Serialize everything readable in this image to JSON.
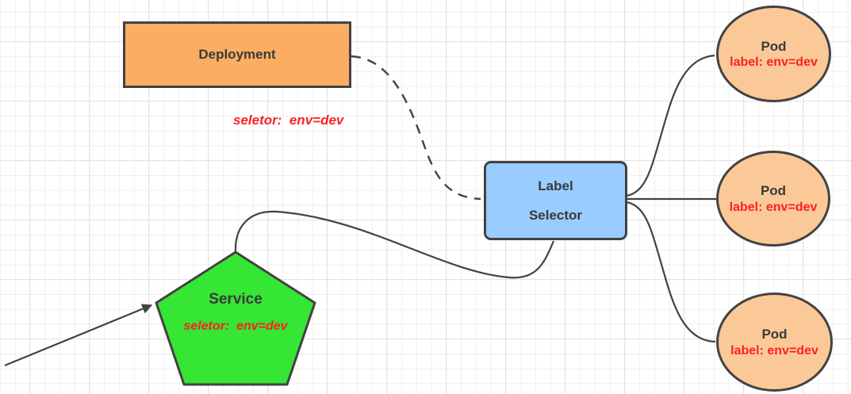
{
  "diagram": {
    "kind": "kubernetes-label-selector-diagram",
    "nodes": {
      "deployment": {
        "label": "Deployment",
        "shape": "rectangle"
      },
      "label_selector": {
        "line1": "Label",
        "line2": "Selector",
        "shape": "rounded-rectangle"
      },
      "service": {
        "label": "Service",
        "selector_note": "seletor:  env=dev",
        "shape": "pentagon"
      },
      "pods": [
        {
          "label": "Pod",
          "sublabel": "label: env=dev",
          "shape": "ellipse"
        },
        {
          "label": "Pod",
          "sublabel": "label: env=dev",
          "shape": "ellipse"
        },
        {
          "label": "Pod",
          "sublabel": "label: env=dev",
          "shape": "ellipse"
        }
      ]
    },
    "notes": {
      "deployment_selector_note": "seletor:  env=dev"
    },
    "edges": [
      {
        "from": "deployment",
        "to": "label_selector",
        "style": "dashed-curve"
      },
      {
        "from": "service",
        "to": "label_selector",
        "style": "solid-curve"
      },
      {
        "from": "outside",
        "to": "service",
        "style": "solid-arrow"
      },
      {
        "from": "label_selector",
        "to": "pod-1",
        "style": "solid-curve"
      },
      {
        "from": "label_selector",
        "to": "pod-2",
        "style": "solid-line"
      },
      {
        "from": "label_selector",
        "to": "pod-3",
        "style": "solid-curve"
      }
    ],
    "colors": {
      "background": "#ffffff",
      "grid_minor": "#efefef",
      "grid_major": "#e3e3e3",
      "node_border": "#424242",
      "edge": "#424242",
      "deployment_fill": "#fbad63",
      "selector_fill": "#99ccff",
      "service_fill": "#35e635",
      "pod_fill": "#fbc997",
      "dark_text": "#3a3a3a",
      "red_text": "#fb2121"
    }
  }
}
